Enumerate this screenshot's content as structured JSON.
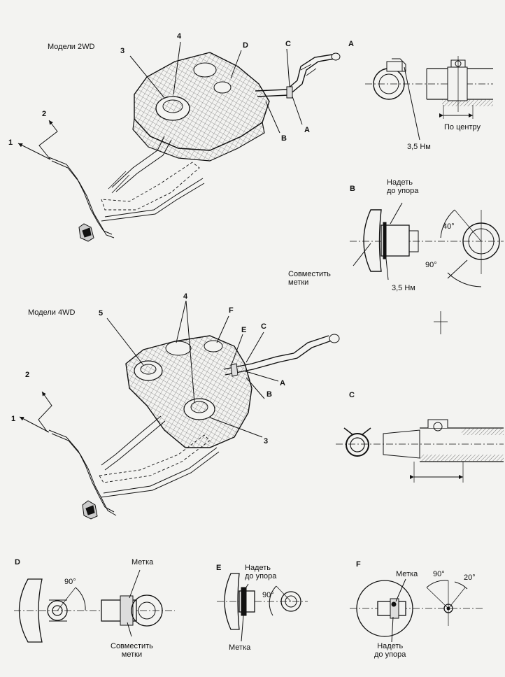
{
  "sections": {
    "models_2wd": "Модели 2WD",
    "models_4wd": "Модели 4WD"
  },
  "callouts_2wd": {
    "n1": "1",
    "n2": "2",
    "n3": "3",
    "n4": "4",
    "D": "D",
    "C": "C",
    "B": "B",
    "A": "A"
  },
  "callouts_4wd": {
    "n1": "1",
    "n2": "2",
    "n3": "3",
    "n4": "4",
    "n5": "5",
    "F": "F",
    "E": "E",
    "C": "C",
    "A": "A",
    "B": "B"
  },
  "detail_A": {
    "letter": "A",
    "torque": "3,5 Нм",
    "center": "По центру"
  },
  "detail_B": {
    "letter": "B",
    "push_home": "Надеть\nдо упора",
    "align_marks": "Совместить\nметки",
    "torque": "3,5 Нм",
    "angle_40": "40°",
    "angle_90": "90°"
  },
  "detail_C": {
    "letter": "C"
  },
  "detail_D": {
    "letter": "D",
    "angle_90": "90°",
    "mark": "Метка",
    "align_marks": "Совместить\nметки"
  },
  "detail_E": {
    "letter": "E",
    "push_home": "Надеть\nдо упора",
    "angle_90": "90°",
    "mark": "Метка"
  },
  "detail_F": {
    "letter": "F",
    "mark": "Метка",
    "angle_90": "90°",
    "angle_20": "20°",
    "push_home": "Надеть\nдо упора"
  },
  "colors": {
    "ink": "#111111",
    "paper": "#f3f3f1",
    "hatch": "#555555"
  }
}
